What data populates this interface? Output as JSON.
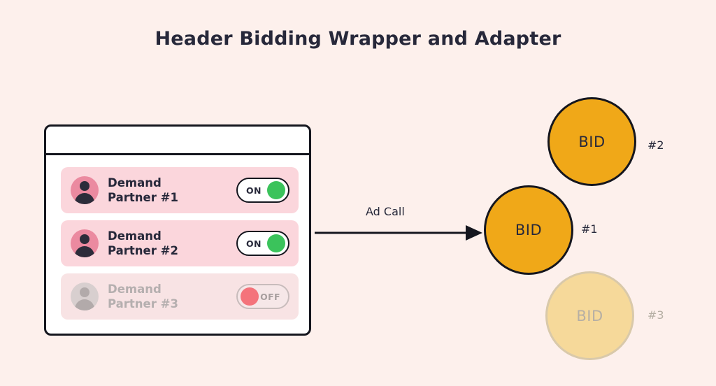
{
  "page": {
    "title": "Header Bidding Wrapper and Adapter",
    "background_color": "#FDF0EC"
  },
  "window": {
    "partners": [
      {
        "label": "Demand\nPartner #1",
        "toggle_state": "ON",
        "enabled": true
      },
      {
        "label": "Demand\nPartner #2",
        "toggle_state": "ON",
        "enabled": true
      },
      {
        "label": "Demand\nPartner #3",
        "toggle_state": "OFF",
        "enabled": false
      }
    ]
  },
  "flow": {
    "arrow_label": "Ad Call"
  },
  "bids": [
    {
      "label": "BID",
      "rank": "#1",
      "active": true
    },
    {
      "label": "BID",
      "rank": "#2",
      "active": true
    },
    {
      "label": "BID",
      "rank": "#3",
      "active": false
    }
  ],
  "colors": {
    "accent_orange": "#F0A818",
    "accent_orange_faded": "#F6D99A",
    "row_pink": "#FBD6DC",
    "row_pink_faded": "#F8E3E4",
    "toggle_on": "#3BC35B",
    "toggle_off": "#F4737B",
    "ink": "#15161E"
  }
}
